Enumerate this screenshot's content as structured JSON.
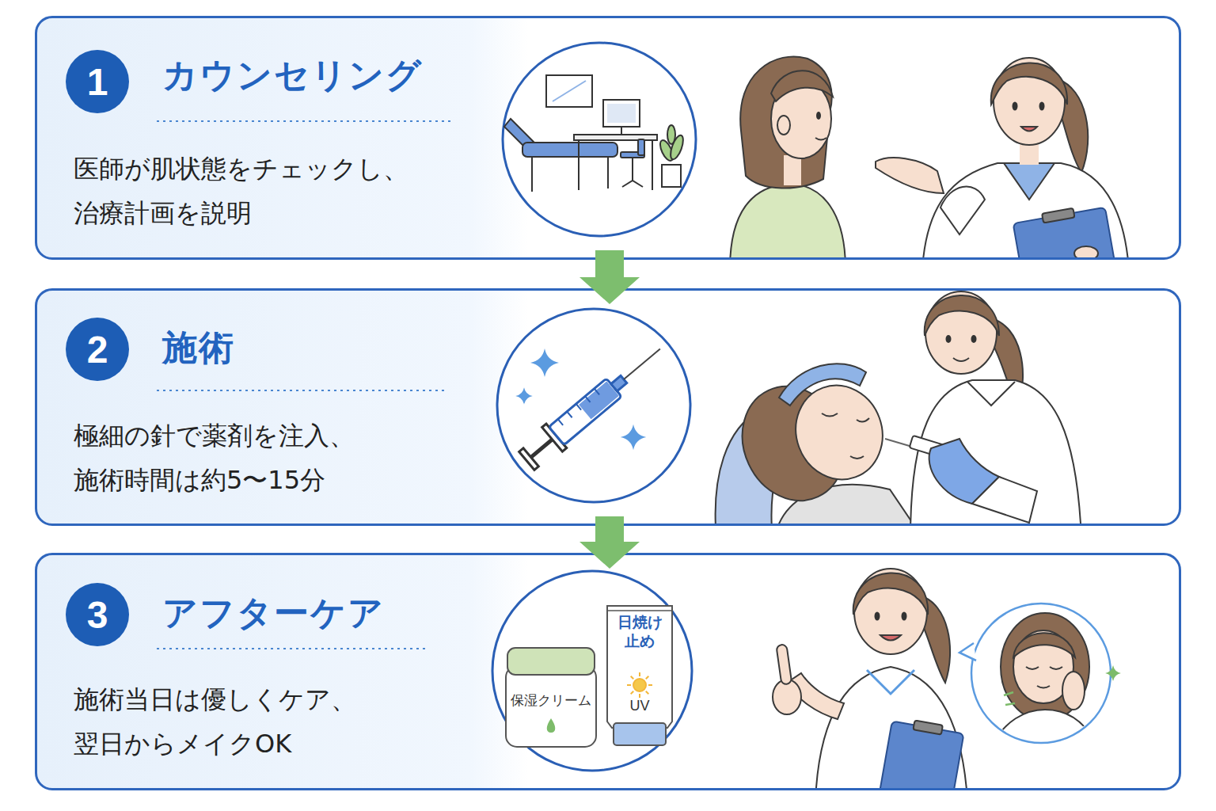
{
  "diagram": {
    "nodes": [
      {
        "text": [
          "カウンセリング",
          "医師が肌状態をチェックし、 治療計画を説明"
        ]
      },
      {
        "text": [
          "1"
        ],
        "in": 0
      },
      {
        "text": [
          "施術",
          "極細の針で薬剤を注入、 施術時間は約5〜15分"
        ]
      },
      {
        "text": [
          "2"
        ],
        "in": 2
      },
      {
        "text": [
          "アフターケア",
          "施術当日は優しくケア、 翌日からメイクOK"
        ]
      },
      {
        "text": [
          "3"
        ],
        "in": 4
      },
      {
        "text": [
          "保湿クリーム"
        ],
        "in": 4
      },
      {
        "text": [
          "日焼け 止め",
          "UV"
        ],
        "in": 4
      }
    ],
    "edges": [
      {
        "from": 0,
        "to": 2,
        "arrow": "to"
      },
      {
        "from": 2,
        "to": 4,
        "arrow": "to"
      }
    ]
  }
}
